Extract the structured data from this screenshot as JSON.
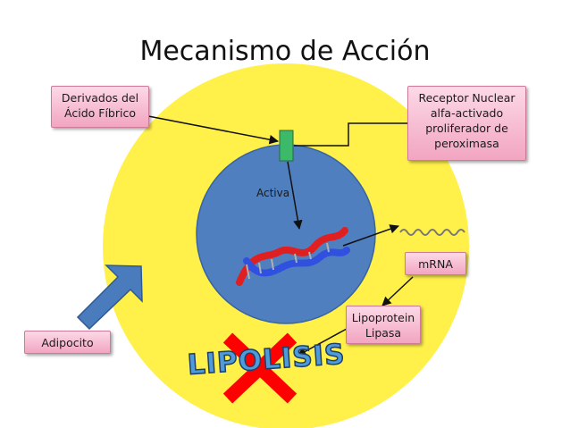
{
  "title": "Mecanismo de Acción",
  "labels": {
    "drug": "Derivados del Ácido Fíbrico",
    "receptor": "Receptor Nuclear alfa-activado proliferador de peroximasa",
    "activa": "Activa",
    "mrna": "mRNA",
    "enzyme": "Lipoprotein Lipasa",
    "cell": "Adipocito",
    "process": "LIPOLISIS"
  },
  "colors": {
    "cell": "#fff04a",
    "nucleus": "#4f7fbf",
    "receptor": "#3cba6a",
    "box_fill": "#f7b9cf",
    "cross": "#ff0000",
    "big_arrow": "#4a7bbd",
    "lipolisis_text": "#4f9ad9"
  },
  "icons": [
    "dna-helix-icon",
    "mrna-strand-icon",
    "cross-mark-icon"
  ]
}
